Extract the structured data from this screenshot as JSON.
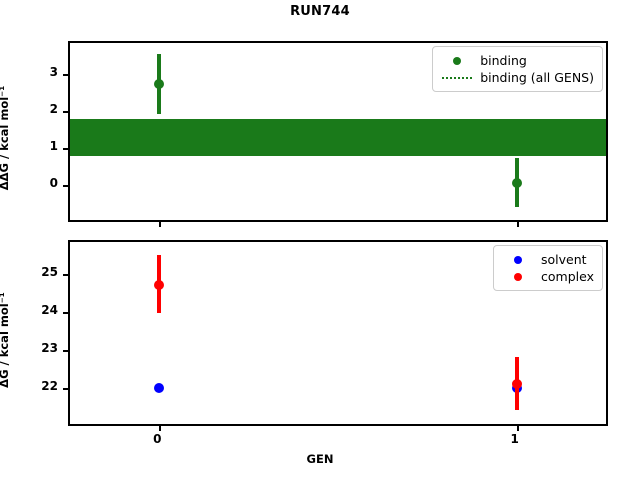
{
  "figure": {
    "title": "RUN744",
    "xlabel": "GEN"
  },
  "chart_data": [
    {
      "type": "scatter",
      "panel": "top",
      "title": "RUN744",
      "xlabel": "GEN",
      "ylabel": "ΔΔG / kcal mol⁻¹",
      "xlim": [
        -0.25,
        1.25
      ],
      "ylim": [
        -0.95,
        3.85
      ],
      "xticks": [
        0,
        1
      ],
      "xticklabels": [
        "0",
        "1"
      ],
      "yticks": [
        0,
        1,
        2,
        3
      ],
      "yticklabels": [
        "0",
        "1",
        "2",
        "3"
      ],
      "grid": false,
      "legend_position": "upper right",
      "series": [
        {
          "name": "binding",
          "color": "#1a7a1a",
          "marker": "o",
          "x": [
            0,
            1
          ],
          "values": [
            2.73,
            0.05
          ],
          "yerr_lower": [
            0.8,
            0.65
          ],
          "yerr_upper": [
            0.82,
            0.67
          ]
        },
        {
          "name": "binding (all GENS)",
          "color": "#1a7a1a",
          "linestyle": "dotted",
          "value": 1.28,
          "band_lower": 0.78,
          "band_upper": 1.8,
          "description": "horizontal dotted line across all GENS with shaded confidence band"
        }
      ]
    },
    {
      "type": "scatter",
      "panel": "bottom",
      "xlabel": "GEN",
      "ylabel": "ΔG / kcal mol⁻¹",
      "xlim": [
        -0.25,
        1.25
      ],
      "ylim": [
        21.05,
        25.85
      ],
      "xticks": [
        0,
        1
      ],
      "xticklabels": [
        "0",
        "1"
      ],
      "yticks": [
        22,
        23,
        24,
        25
      ],
      "yticklabels": [
        "22",
        "23",
        "24",
        "25"
      ],
      "grid": false,
      "legend_position": "upper right",
      "series": [
        {
          "name": "solvent",
          "color": "#0000ff",
          "marker": "o",
          "x": [
            0,
            1
          ],
          "values": [
            22.01,
            22.0
          ],
          "yerr_lower": [
            0.05,
            0.06
          ],
          "yerr_upper": [
            0.05,
            0.06
          ]
        },
        {
          "name": "complex",
          "color": "#ff0000",
          "marker": "o",
          "x": [
            0,
            1
          ],
          "values": [
            24.71,
            22.11
          ],
          "yerr_lower": [
            0.73,
            0.7
          ],
          "yerr_upper": [
            0.79,
            0.7
          ]
        }
      ]
    }
  ],
  "panels": {
    "top": {
      "ylabel": "ΔΔG / kcal mol⁻¹",
      "yticklabels": [
        "3",
        "2",
        "1",
        "0"
      ],
      "legend": [
        {
          "label": "binding",
          "key": "dot",
          "color": "#1a7a1a"
        },
        {
          "label": "binding (all GENS)",
          "key": "dotted-line",
          "color": "#1a7a1a"
        }
      ]
    },
    "bottom": {
      "ylabel": "ΔG / kcal mol⁻¹",
      "yticklabels": [
        "25",
        "24",
        "23",
        "22"
      ],
      "xticklabels": [
        "0",
        "1"
      ],
      "legend": [
        {
          "label": "solvent",
          "key": "dot",
          "color": "#0000ff"
        },
        {
          "label": "complex",
          "key": "dot",
          "color": "#ff0000"
        }
      ]
    }
  },
  "colors": {
    "binding_green": "#1a7a1a",
    "solvent_blue": "#0000ff",
    "complex_red": "#ff0000",
    "axis_black": "#000000",
    "background": "#ffffff"
  }
}
